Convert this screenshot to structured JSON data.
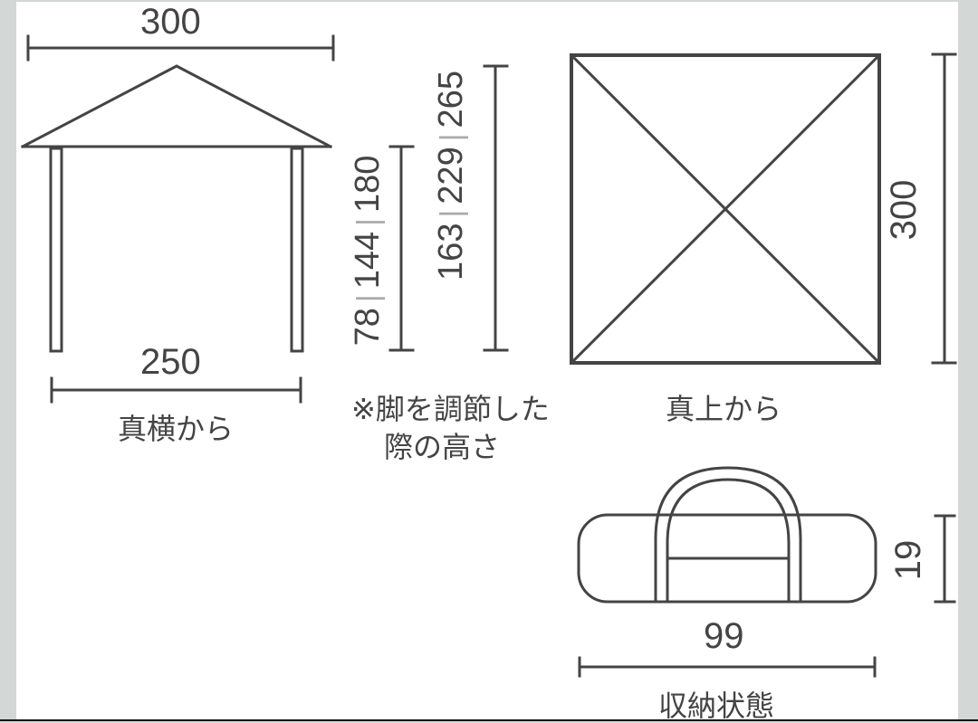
{
  "side_view": {
    "caption": "真横から",
    "roof_width": "300",
    "leg_span": "250"
  },
  "heights": {
    "leg_height_values": [
      "78",
      "144",
      "180"
    ],
    "total_height_values": [
      "163",
      "229",
      "265"
    ],
    "separator": "|",
    "note_line1": "※脚を調節した",
    "note_line2": "際の高さ"
  },
  "top_view": {
    "caption": "真上から",
    "depth": "300"
  },
  "storage": {
    "caption": "収納状態",
    "length": "99",
    "height": "19"
  },
  "colors": {
    "line": "#444444",
    "background": "#ffffff",
    "frame": "#d3d7d6"
  }
}
